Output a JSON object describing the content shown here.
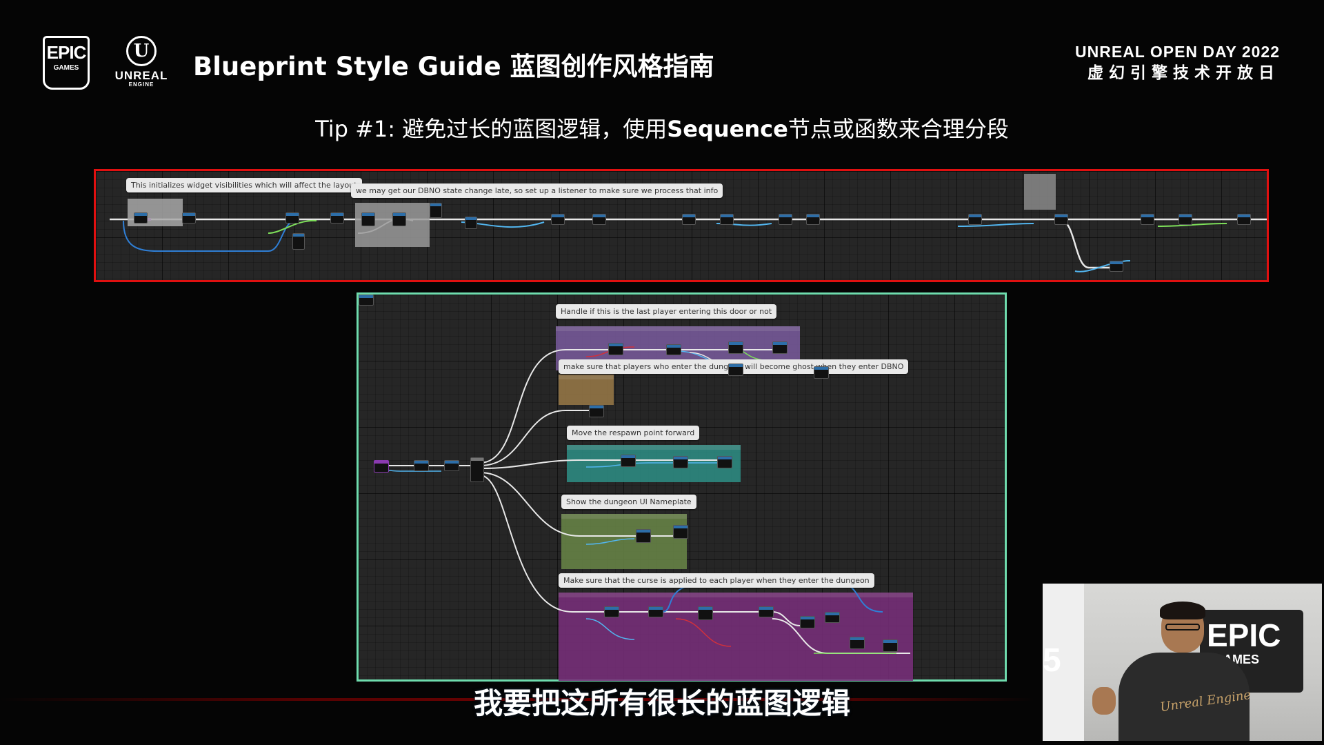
{
  "header": {
    "epic_logo_top": "EPIC",
    "epic_logo_bottom": "GAMES",
    "ue_logo_glyph": "U",
    "ue_logo_name": "UNREAL",
    "ue_logo_sub": "ENGINE",
    "page_title": "Blueprint Style Guide 蓝图创作风格指南",
    "event_line1": "UNREAL OPEN DAY 2022",
    "event_line2": "虚幻引擎技术开放日"
  },
  "tip": {
    "prefix": "Tip #1: 避免过长的蓝图逻辑，使用",
    "keyword": "Sequence",
    "suffix": "节点或函数来合理分段"
  },
  "top_panel": {
    "border_color": "#e01010",
    "comments": [
      "This initializes widget visibilities which will affect the layout",
      "we may get our DBNO state change late, so set up a listener to make sure we process that info"
    ]
  },
  "bottom_panel": {
    "border_color": "#6fdcae",
    "comments": [
      "Handle if this is the last player entering this door or not",
      "make sure that players who enter the dungeon will become ghost when they enter DBNO",
      "Move the respawn point forward",
      "Show the dungeon UI Nameplate",
      "Make sure that the curse is applied to each player when they enter the dungeon"
    ],
    "box_colors": {
      "purple": "#7a5c9e",
      "tan": "#9a7a48",
      "teal": "#2e8f86",
      "green": "#6a8748",
      "magenta": "#7a2f7c"
    }
  },
  "subtitle": "我要把这所有很长的蓝图逻辑",
  "speaker": {
    "wall_logo_top": "EPIC",
    "wall_logo_bottom": "GAMES",
    "wall_number": "5",
    "shirt_text": "Unreal Engine"
  }
}
